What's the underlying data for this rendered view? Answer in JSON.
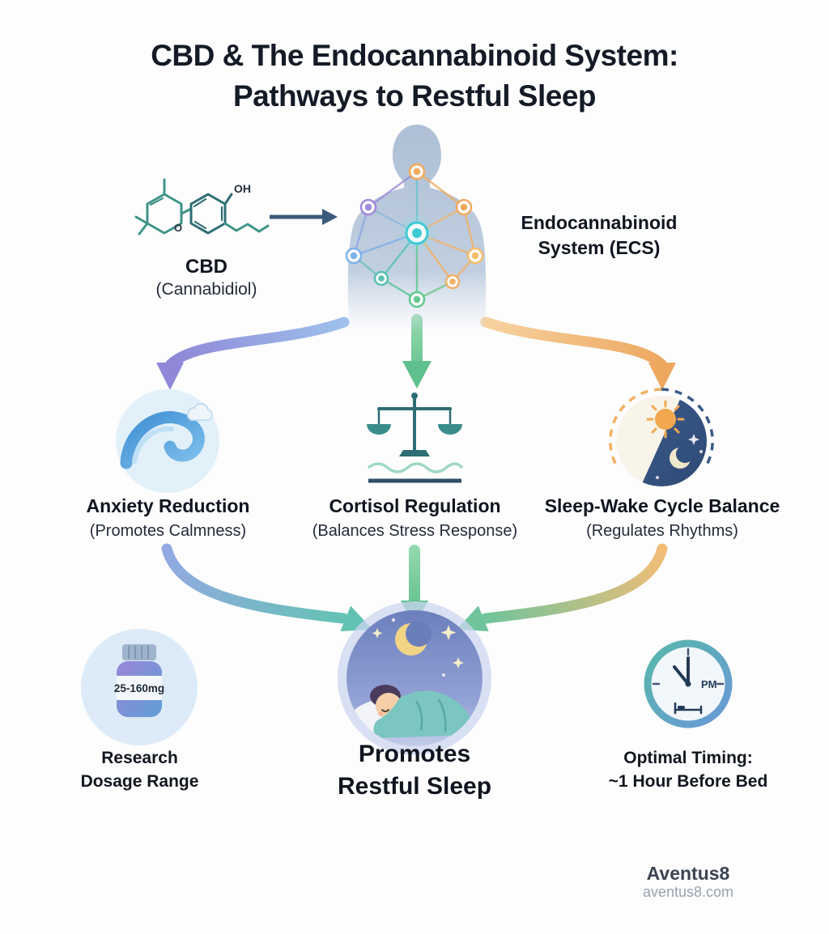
{
  "title": {
    "line1": "CBD & The Endocannabinoid System:",
    "line2": "Pathways to Restful Sleep"
  },
  "cbd": {
    "name": "CBD",
    "sub": "(Cannabidiol)",
    "oh": "OH",
    "o": "O"
  },
  "ecs": {
    "line1": "Endocannabinoid",
    "line2": "System (ECS)"
  },
  "pathways": [
    {
      "title": "Anxiety Reduction",
      "subtitle": "(Promotes Calmness)",
      "icon": "wave-icon",
      "arrow_color": "#8f87d8"
    },
    {
      "title": "Cortisol Regulation",
      "subtitle": "(Balances Stress Response)",
      "icon": "balance-scale-icon",
      "arrow_color": "#5fbf8d"
    },
    {
      "title": "Sleep-Wake Cycle Balance",
      "subtitle": "(Regulates Rhythms)",
      "icon": "day-night-icon",
      "arrow_color": "#eda75f"
    }
  ],
  "outcome": {
    "line1": "Promotes",
    "line2": "Restful Sleep"
  },
  "dosage": {
    "bottle_label": "25-160mg",
    "line1": "Research",
    "line2": "Dosage Range"
  },
  "timing": {
    "clock_label": "PM",
    "line1": "Optimal Timing:",
    "line2": "~1 Hour Before Bed"
  },
  "footer": {
    "brand": "Aventus8",
    "website": "aventus8.com"
  },
  "colors": {
    "anxiety_accent": "#4a90d9",
    "cortisol_accent": "#3a8d8a",
    "cycle_accent": "#f0a85c",
    "network_accent": "#3fc9d4",
    "body_silhouette": "#b3c2d6"
  }
}
